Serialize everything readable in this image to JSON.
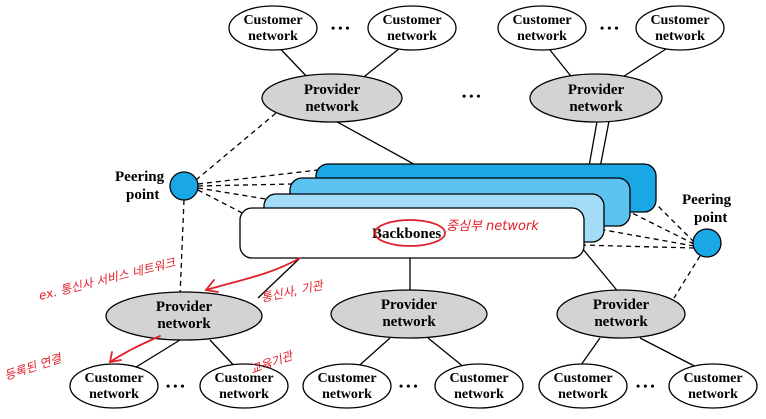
{
  "labels": {
    "customer_l1": "Customer",
    "customer_l2": "network",
    "provider_l1": "Provider",
    "provider_l2": "network",
    "peering_l1": "Peering",
    "peering_l2": "point",
    "backbones": "Backbones",
    "ellipsis": "• • •"
  },
  "annotations": {
    "backbone_note": "중심부 network",
    "isp_note": "ex. 통신사 서비스 네트워크",
    "provider_note": "통신사, 기관",
    "customer_note": "등록된 연결",
    "customer_note2": "교육기관"
  },
  "colors": {
    "customer_fill": "#ffffff",
    "provider_fill": "#d3d3d3",
    "backbone_1": "#1aa7e6",
    "backbone_2": "#5cc2f0",
    "backbone_3": "#a3dcf6",
    "backbone_4": "#ffffff",
    "peering_fill": "#1aa7e6",
    "annotation_red": "#e0202a"
  }
}
